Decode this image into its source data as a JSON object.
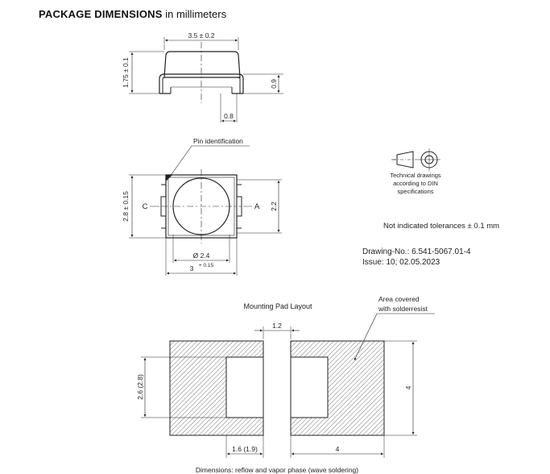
{
  "header": {
    "title_bold": "PACKAGE DIMENSIONS",
    "title_rest": " in millimeters"
  },
  "side_view": {
    "width": "3.5 ± 0.2",
    "height": "1.75 ± 0.1",
    "lead_height": "0.9",
    "lead_width": "0.8"
  },
  "top_view": {
    "pin_label": "Pin identification",
    "cathode": "C",
    "anode": "A",
    "height": "2.8 ± 0.15",
    "pad_height": "2.2",
    "lens_diameter": "Ø 2.4",
    "width_base": "3",
    "width_tol": "+ 0.15"
  },
  "tech_note": {
    "lines": [
      "Technical drawings",
      "according to DIN",
      "specifications"
    ]
  },
  "tolerance_note": "Not indicated tolerances ± 0.1 mm",
  "drawing_no": "Drawing-No.: 6.541-5067.01-4",
  "issue": "Issue: 10;  02.05.2023",
  "pad_layout": {
    "title": "Mounting Pad Layout",
    "resist_label_1": "Area covered",
    "resist_label_2": "with solderresist",
    "gap": "1.2",
    "pad_height": "2.6 (2.8)",
    "total_height": "4",
    "pad_width": "1.6 (1.9)",
    "total_width": "4"
  },
  "footer": "Dimensions: reflow and vapor phase (wave soldering)"
}
